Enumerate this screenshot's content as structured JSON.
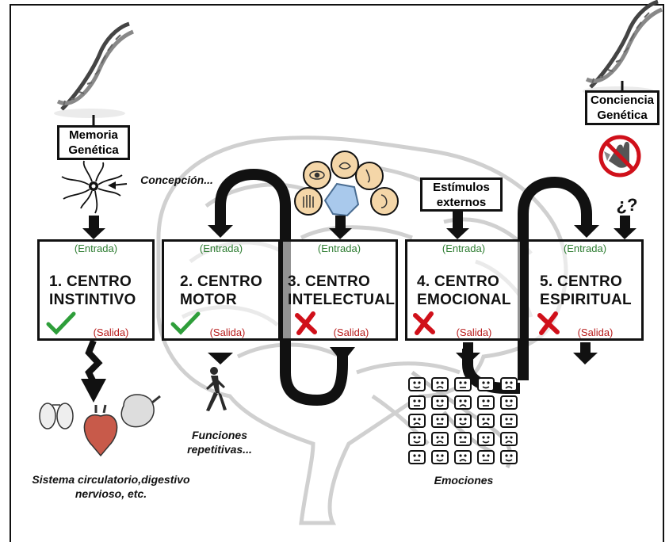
{
  "genetic_memory_label": [
    "Memoria",
    "Genética"
  ],
  "genetic_conscience_label": [
    "Conciencia",
    "Genética"
  ],
  "conception_label": "Concepción...",
  "external_stimuli_label": [
    "Estímulos",
    "externos"
  ],
  "question_mark": "¿?",
  "centers": [
    {
      "title": [
        "1. CENTRO",
        "INSTINTIVO"
      ],
      "entrada": "(Entrada)",
      "salida": "(Salida)",
      "status": "check"
    },
    {
      "title": [
        "2. CENTRO",
        "MOTOR"
      ],
      "entrada": "(Entrada)",
      "salida": "(Salida)",
      "status": "check"
    },
    {
      "title": [
        "3. CENTRO",
        "INTELECTUAL"
      ],
      "entrada": "(Entrada)",
      "salida": "(Salida)",
      "status": "cross"
    },
    {
      "title": [
        "4. CENTRO",
        "EMOCIONAL"
      ],
      "entrada": "(Entrada)",
      "salida": "(Salida)",
      "status": "cross"
    },
    {
      "title": [
        "5. CENTRO",
        "ESPIRITUAL"
      ],
      "entrada": "(Entrada)",
      "salida": "(Salida)",
      "status": "cross"
    }
  ],
  "outputs": {
    "instinctive": [
      "Sistema circulatorio,digestivo",
      "nervioso, etc."
    ],
    "motor": [
      "Funciones",
      "repetitivas..."
    ],
    "emotional": "Emociones"
  },
  "colors": {
    "check": "#2e9e3a",
    "cross": "#d0101a",
    "entrada": "#2e7d32",
    "salida": "#b71c1c",
    "prohibited": "#d0101a"
  },
  "icons": [
    "dna-icon",
    "neuron-icon",
    "sense-organs-icon",
    "no-hand-icon",
    "organs-icon",
    "walking-person-icon",
    "emotion-faces-icon",
    "brain-background"
  ]
}
